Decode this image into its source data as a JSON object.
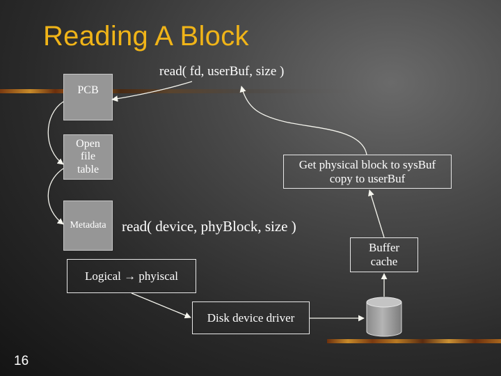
{
  "title": "Reading A Block",
  "slide_number": "16",
  "labels": {
    "read_user": "read( fd, userBuf, size )",
    "read_device": "read( device, phyBlock, size )"
  },
  "boxes": {
    "pcb": "PCB",
    "open_file_table": [
      "Open",
      "file",
      "table"
    ],
    "metadata": "Metadata",
    "logical_physical": "Logical → phyiscal",
    "disk_driver": "Disk device driver",
    "buffer_cache": [
      "Buffer",
      "cache"
    ],
    "get_physical": [
      "Get physical block to sysBuf",
      "copy to userBuf"
    ]
  },
  "colors": {
    "title": "#f0b418",
    "box_fill": "#969696",
    "text": "#ffffff",
    "arrow": "#f5f5ee"
  }
}
